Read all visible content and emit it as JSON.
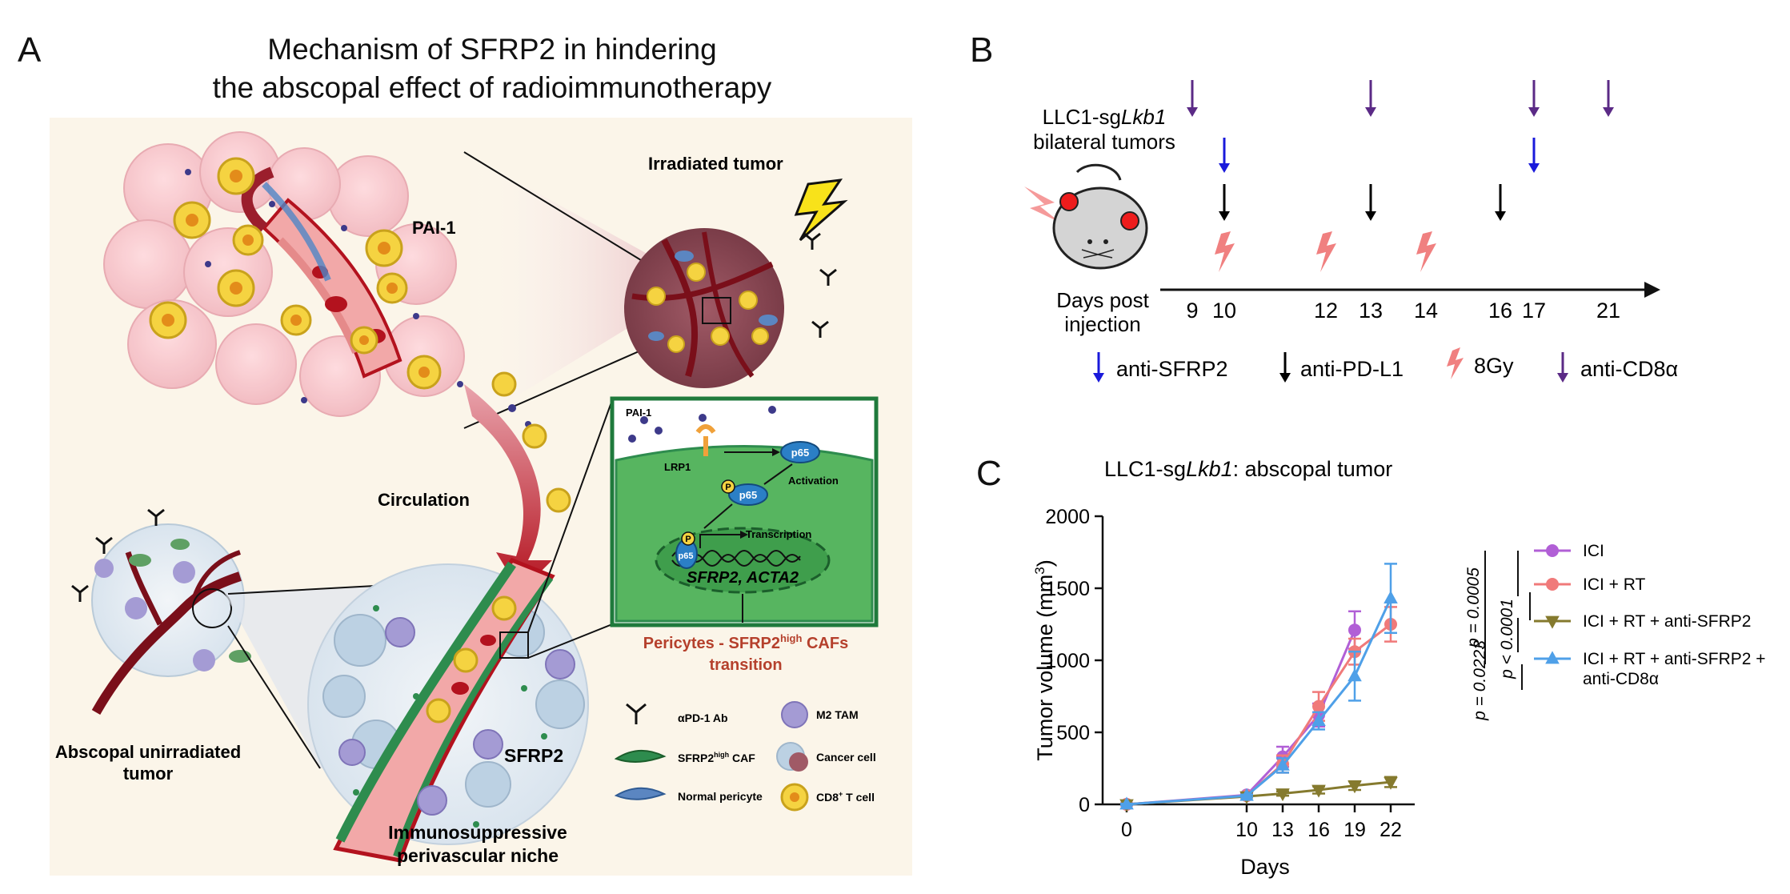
{
  "panelA": {
    "letter": "A",
    "title_line1": "Mechanism of SFRP2 in hindering",
    "title_line2": "the abscopal effect of radioimmunotherapy",
    "labels": {
      "pai1": "PAI-1",
      "irradiated": "Irradiated tumor",
      "circulation": "Circulation",
      "abscopal_line1": "Abscopal unirradiated",
      "abscopal_line2": "tumor",
      "niche_line1": "Immunosuppressive",
      "niche_line2": "perivascular niche",
      "sfrp2": "SFRP2"
    },
    "inset": {
      "pai1": "PAI-1",
      "lrp1": "LRP1",
      "p65": "p65",
      "activation": "Activation",
      "transcription": "Transcription",
      "p": "P",
      "genes": "SFRP2, ACTA2"
    },
    "transition_line1": "Pericytes - SFRP2",
    "transition_sup": "high",
    "transition_line1_end": " CAFs",
    "transition_line2": "transition",
    "legend": {
      "apd1": "αPD-1 Ab",
      "m2tam": "M2 TAM",
      "caf_pre": "SFRP2",
      "caf_sup": "high",
      "caf_post": " CAF",
      "cancer": "Cancer cell",
      "pericyte": "Normal pericyte",
      "cd8_pre": "CD8",
      "cd8_sup": "+",
      "cd8_post": " T cell"
    }
  },
  "panelB": {
    "letter": "B",
    "model_line1": "LLC1-sg",
    "model_italic": "Lkb1",
    "model_line2": "bilateral tumors",
    "axis_line1": "Days post",
    "axis_line2": "injection",
    "days": [
      "9",
      "10",
      "12",
      "13",
      "14",
      "16",
      "17",
      "21"
    ],
    "legend": {
      "sfrp2": "anti-SFRP2",
      "pdl1": "anti-PD-L1",
      "gy": "8Gy",
      "cd8": "anti-CD8α"
    },
    "colors": {
      "sfrp2": "#1a1adb",
      "pdl1": "#000000",
      "gy": "#f08080",
      "cd8": "#5b2a86"
    }
  },
  "panelC": {
    "letter": "C",
    "title_pre": "LLC1-sg",
    "title_italic": "Lkb1",
    "title_post": ": abscopal tumor",
    "pvals": {
      "p1": "p = 0.0005",
      "p2": "p = 0.0223",
      "p3": "p < 0.0001"
    }
  },
  "chart_data": {
    "type": "line",
    "title": "LLC1-sgLkb1: abscopal tumor",
    "xlabel": "Days",
    "ylabel_pre": "Tumor volume (mm",
    "ylabel_sup": "3",
    "ylabel_post": ")",
    "x": [
      0,
      10,
      13,
      16,
      19,
      22
    ],
    "xticks": [
      "0",
      "10",
      "13",
      "16",
      "19",
      "22"
    ],
    "yticks": [
      0,
      500,
      1000,
      1500,
      2000
    ],
    "ylim": [
      0,
      2000
    ],
    "xlim": [
      -2,
      24
    ],
    "series": [
      {
        "name": "ICI",
        "color": "#b15fd6",
        "marker": "circle",
        "x": [
          0,
          10,
          13,
          16,
          19
        ],
        "values": [
          0,
          65,
          330,
          620,
          1210
        ],
        "err": [
          5,
          10,
          70,
          80,
          130
        ]
      },
      {
        "name": "ICI + RT",
        "color": "#f07a7a",
        "marker": "circle",
        "x": [
          0,
          10,
          13,
          16,
          19,
          22
        ],
        "values": [
          0,
          60,
          280,
          680,
          1060,
          1250
        ],
        "err": [
          5,
          8,
          60,
          100,
          90,
          120
        ]
      },
      {
        "name": "ICI + RT + anti-SFRP2",
        "color": "#857a2e",
        "marker": "triangle-down",
        "x": [
          0,
          10,
          13,
          16,
          19,
          22
        ],
        "values": [
          0,
          55,
          75,
          100,
          130,
          155
        ],
        "err": [
          3,
          6,
          15,
          25,
          30,
          35
        ]
      },
      {
        "name_line1": "ICI + RT + anti-SFRP2 +",
        "name_line2": "anti-CD8α",
        "name": "ICI + RT + anti-SFRP2 + anti-CD8α",
        "color": "#4fa0e8",
        "marker": "triangle-up",
        "x": [
          0,
          10,
          13,
          16,
          19,
          22
        ],
        "values": [
          0,
          60,
          270,
          580,
          890,
          1430
        ],
        "err": [
          5,
          8,
          50,
          60,
          170,
          240
        ]
      }
    ]
  }
}
